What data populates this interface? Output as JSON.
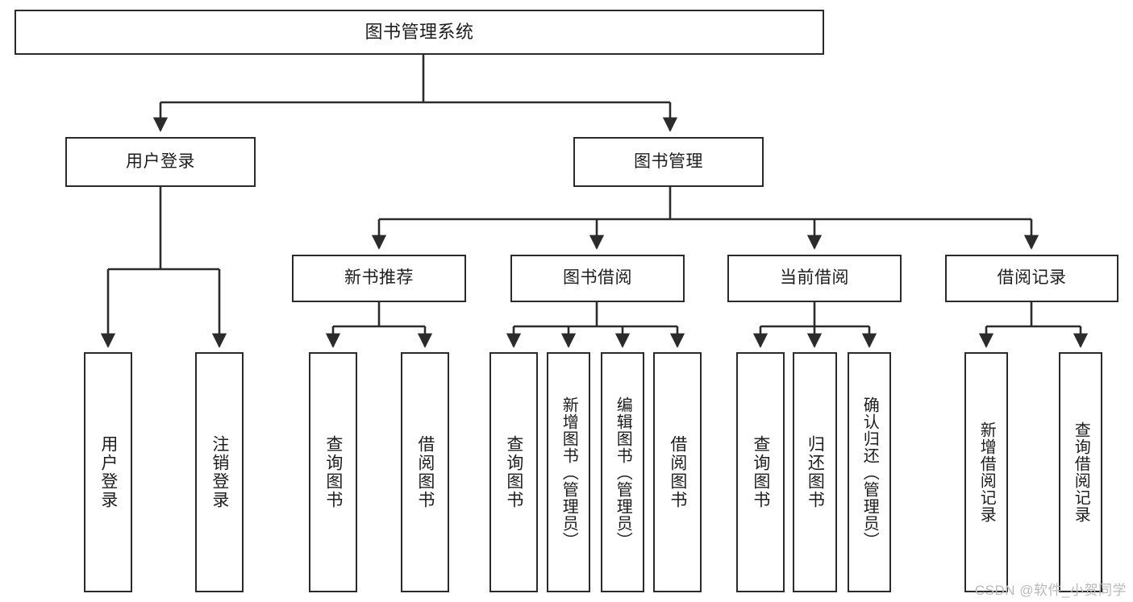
{
  "diagram": {
    "title": "图书管理系统",
    "type": "tree-hierarchy-chart",
    "watermark": "CSDN @软件_小贺同学",
    "colors": {
      "box_border": "#2b2b2b",
      "box_fill": "#ffffff",
      "edge": "#2b2b2b",
      "text": "#1d1d1d",
      "watermark": "#b9b9b9",
      "background": "#ffffff"
    }
  },
  "nodes": {
    "root": {
      "label": "图书管理系统"
    },
    "level2": [
      {
        "label": "用户登录"
      },
      {
        "label": "图书管理"
      }
    ],
    "level3": [
      {
        "label": "新书推荐"
      },
      {
        "label": "图书借阅"
      },
      {
        "label": "当前借阅"
      },
      {
        "label": "借阅记录"
      }
    ],
    "leaves": {
      "user_login": [
        {
          "label": "用户登录"
        },
        {
          "label": "注销登录"
        }
      ],
      "new_book_recommend": [
        {
          "label": "查询图书"
        },
        {
          "label": "借阅图书"
        }
      ],
      "book_borrow": [
        {
          "label": "查询图书"
        },
        {
          "label": "新增图书（管理员）"
        },
        {
          "label": "编辑图书（管理员）"
        },
        {
          "label": "借阅图书"
        }
      ],
      "current_borrow": [
        {
          "label": "查询图书"
        },
        {
          "label": "归还图书"
        },
        {
          "label": "确认归还（管理员）"
        }
      ],
      "borrow_record": [
        {
          "label": "新增借阅记录"
        },
        {
          "label": "查询借阅记录"
        }
      ]
    }
  }
}
